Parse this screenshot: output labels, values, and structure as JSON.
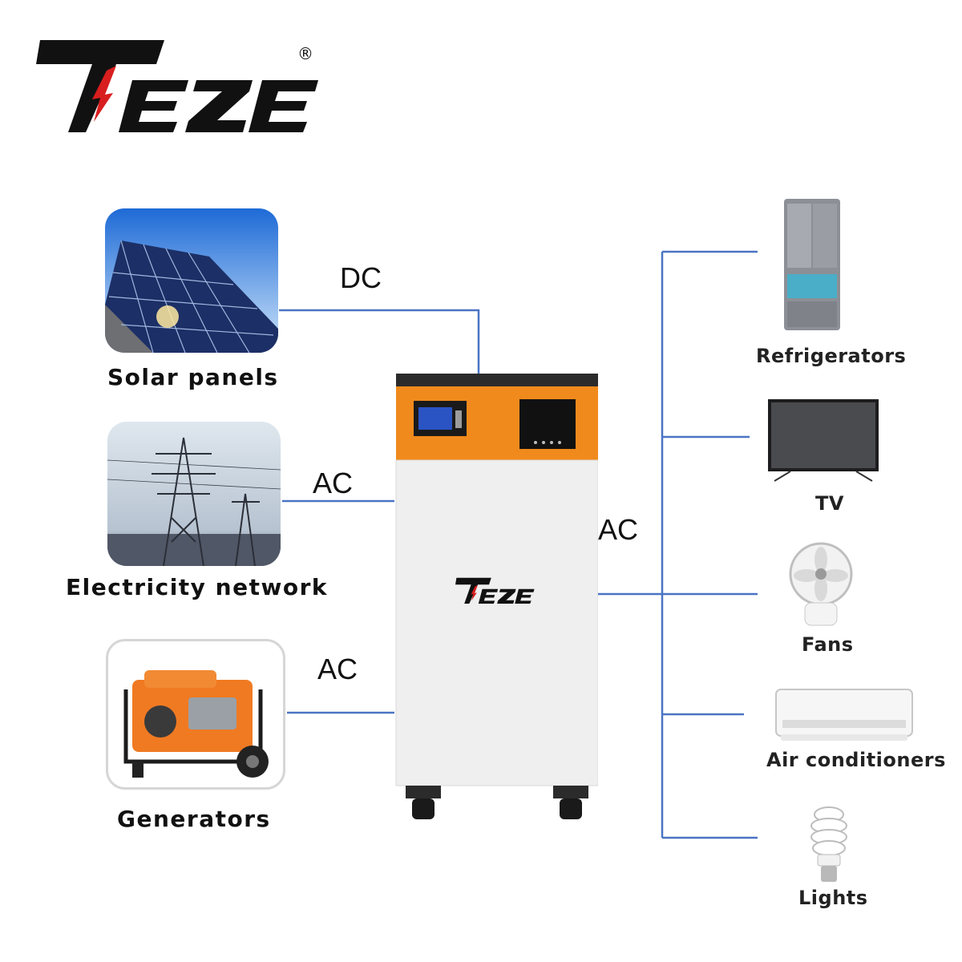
{
  "brand": {
    "name": "TEZE",
    "registered_mark": "®"
  },
  "colors": {
    "line": "#4a74c4",
    "unit_accent": "#f08a1c",
    "unit_top": "#2b2b2b",
    "unit_body": "#efefef"
  },
  "sources": [
    {
      "label": "Solar panels",
      "connection": "DC",
      "icon": "solar-panel-photo"
    },
    {
      "label": "Electricity network",
      "connection": "AC",
      "icon": "power-pylon-photo"
    },
    {
      "label": "Generators",
      "connection": "AC",
      "icon": "generator-photo"
    }
  ],
  "output": {
    "connection": "AC"
  },
  "appliances": [
    {
      "label": "Refrigerators",
      "icon": "refrigerator-icon"
    },
    {
      "label": "TV",
      "icon": "tv-icon"
    },
    {
      "label": "Fans",
      "icon": "fan-icon"
    },
    {
      "label": "Air conditioners",
      "icon": "air-conditioner-icon"
    },
    {
      "label": "Lights",
      "icon": "light-bulb-icon"
    }
  ]
}
